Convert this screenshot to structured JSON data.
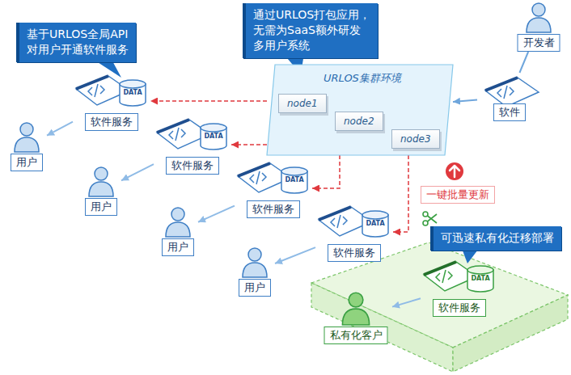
{
  "diagram": {
    "nodes": [
      {
        "text": [
          "基于URLOS全局API 对用户开通软件服务"
        ]
      },
      {
        "text": [
          "通过URLOS打包应用， 无需为SaaS额外研发 多用户系统"
        ]
      },
      {
        "text": [
          "开发者"
        ]
      },
      {
        "text": [
          "软件"
        ]
      },
      {
        "text": [
          "URLOS集群环境"
        ]
      },
      {
        "text": [
          "node1"
        ],
        "in": 4
      },
      {
        "text": [
          "node2"
        ],
        "in": 4
      },
      {
        "text": [
          "node3"
        ],
        "in": 4
      },
      {
        "text": [
          "软件服务"
        ]
      },
      {
        "text": [
          "用户"
        ]
      },
      {
        "text": [
          "软件服务"
        ]
      },
      {
        "text": [
          "用户"
        ]
      },
      {
        "text": [
          "软件服务"
        ]
      },
      {
        "text": [
          "用户"
        ]
      },
      {
        "text": [
          "软件服务"
        ]
      },
      {
        "text": [
          "用户"
        ]
      },
      {
        "text": [
          "可迅速私有化迁移部署"
        ]
      },
      {
        "text": [
          "软件服务"
        ]
      },
      {
        "text": [
          "私有化客户"
        ]
      }
    ],
    "edges": [
      {
        "from": 2,
        "to": 3,
        "arrow": "none"
      },
      {
        "from": 3,
        "to": 4,
        "arrow": "to"
      },
      {
        "from": 4,
        "to": 8,
        "arrow": "to"
      },
      {
        "from": 4,
        "to": 10,
        "arrow": "to"
      },
      {
        "from": 4,
        "to": 12,
        "arrow": "to"
      },
      {
        "from": 4,
        "to": 14,
        "arrow": "to"
      },
      {
        "from": 8,
        "to": 9,
        "arrow": "to"
      },
      {
        "from": 10,
        "to": 11,
        "arrow": "to"
      },
      {
        "from": 12,
        "to": 13,
        "arrow": "to"
      },
      {
        "from": 14,
        "to": 15,
        "arrow": "to"
      },
      {
        "from": 17,
        "to": 18,
        "arrow": "to"
      }
    ],
    "labels": [
      "DATA",
      "DATA",
      "DATA",
      "DATA",
      "一键批量更新",
      "DATA"
    ]
  }
}
